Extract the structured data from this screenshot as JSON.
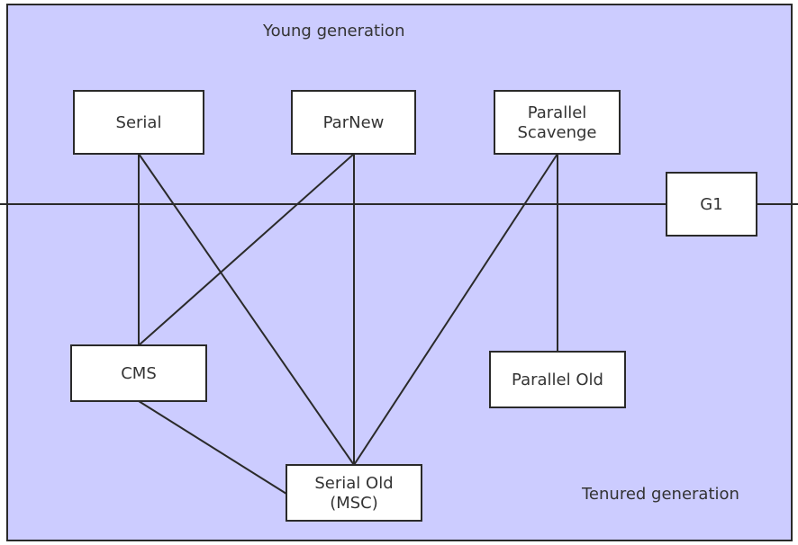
{
  "regions": {
    "young_label": "Young generation",
    "tenured_label": "Tenured generation"
  },
  "nodes": {
    "serial": {
      "lines": [
        "Serial"
      ]
    },
    "parnew": {
      "lines": [
        "ParNew"
      ]
    },
    "parallel_scavenge": {
      "lines": [
        "Parallel",
        "Scavenge"
      ]
    },
    "g1": {
      "lines": [
        "G1"
      ]
    },
    "cms": {
      "lines": [
        "CMS"
      ]
    },
    "parallel_old": {
      "lines": [
        "Parallel Old"
      ]
    },
    "serial_old": {
      "lines": [
        "Serial Old",
        "(MSC)"
      ]
    }
  },
  "edges": [
    [
      "serial",
      "cms"
    ],
    [
      "serial",
      "serial_old"
    ],
    [
      "parnew",
      "cms"
    ],
    [
      "parnew",
      "serial_old"
    ],
    [
      "parallel_scavenge",
      "serial_old"
    ],
    [
      "parallel_scavenge",
      "parallel_old"
    ],
    [
      "cms",
      "serial_old"
    ]
  ],
  "colors": {
    "background": "#ccccff",
    "border": "#2a2a2a",
    "node_fill": "#ffffff",
    "text": "#333333"
  }
}
